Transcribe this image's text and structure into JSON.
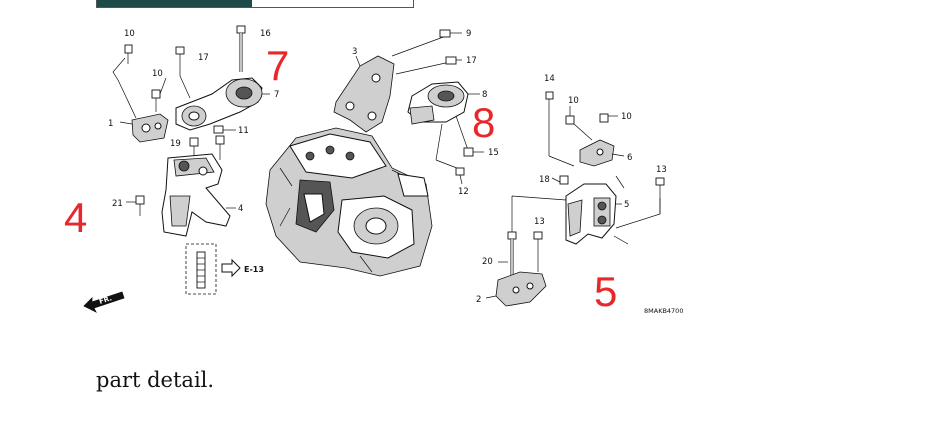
{
  "caption": "part detail.",
  "diagram_code": "8MAKB4700",
  "reference": "E-13",
  "fr_label": "FR.",
  "part_numbers": {
    "n1": "1",
    "n2": "2",
    "n3": "3",
    "n4": "4",
    "n5": "5",
    "n6": "6",
    "n7": "7",
    "n8": "8",
    "n9": "9",
    "n10a": "10",
    "n10b": "10",
    "n10c": "10",
    "n10d": "10",
    "n11": "11",
    "n12": "12",
    "n13a": "13",
    "n13b": "13",
    "n14": "14",
    "n15": "15",
    "n16": "16",
    "n17a": "17",
    "n17b": "17",
    "n18": "18",
    "n19": "19",
    "n20": "20",
    "n21": "21"
  },
  "annotations": {
    "mount_4": "4",
    "mount_5": "5",
    "mount_7": "7",
    "mount_8": "8"
  },
  "colors": {
    "annotation_red": "#e8272a",
    "top_bar_fill": "#1f4a4a"
  }
}
